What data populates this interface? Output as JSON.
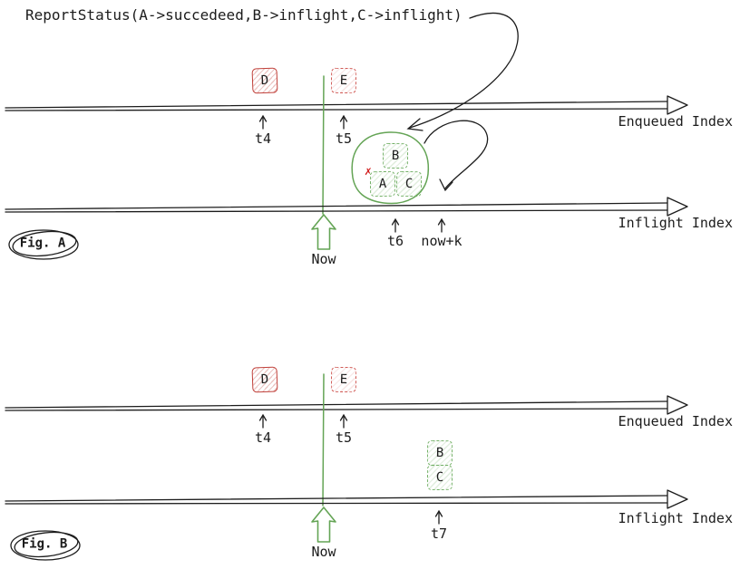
{
  "title": "ReportStatus(A->succedeed,B->inflight,C->inflight)",
  "colors": {
    "red": "#c0403a",
    "green": "#64a455",
    "ink": "#1c1c1c"
  },
  "fig_a": {
    "caption": "Fig. A",
    "enqueued_axis": "Enqueued Index",
    "inflight_axis": "Inflight Index",
    "now": "Now",
    "box_d": "D",
    "box_e": "E",
    "box_b": "B",
    "box_a": "A",
    "box_c": "C",
    "fail_mark": "✗",
    "tick_t4": "t4",
    "tick_t5": "t5",
    "tick_t6": "t6",
    "tick_nowk": "now+k"
  },
  "fig_b": {
    "caption": "Fig. B",
    "enqueued_axis": "Enqueued Index",
    "inflight_axis": "Inflight Index",
    "now": "Now",
    "box_d": "D",
    "box_e": "E",
    "box_b": "B",
    "box_c": "C",
    "tick_t4": "t4",
    "tick_t5": "t5",
    "tick_t7": "t7"
  }
}
